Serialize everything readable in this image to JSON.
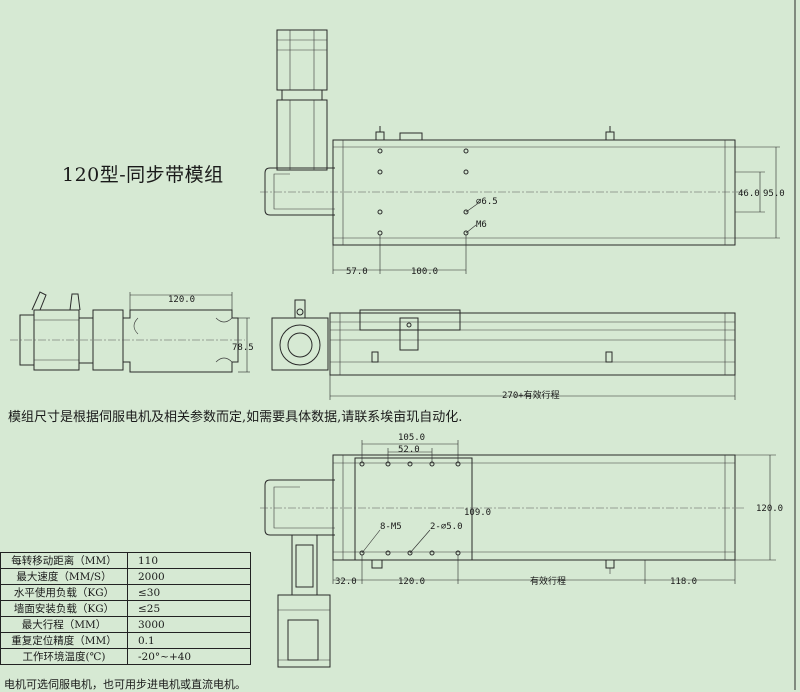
{
  "title": "120型-同步带模组",
  "note": "模组尺寸是根据伺服电机及相关参数而定,如需要具体数据,请联系埃亩玑自动化.",
  "footnote": "电机可选伺服电机，也可用步进电机或直流电机。",
  "dimensions": {
    "top_view": {
      "d57": "57.0",
      "d100": "100.0",
      "d46": "46.0",
      "d95": "95.0",
      "hole": "⌀6.5",
      "thread": "M6"
    },
    "side_view": {
      "d120": "120.0",
      "d78": "78.5"
    },
    "front_view": {
      "stroke": "270+有效行程"
    },
    "bottom_view": {
      "d105": "105.0",
      "d52": "52.0",
      "d109": "109.0",
      "d120r": "120.0",
      "m5": "8-M5",
      "phi5": "2-⌀5.0",
      "d32": "32.0",
      "d120b": "120.0",
      "eff": "有效行程",
      "d118": "118.0"
    }
  },
  "specs": [
    {
      "label": "每转移动距离（MM）",
      "value": "110"
    },
    {
      "label": "最大速度（MM/S）",
      "value": "2000"
    },
    {
      "label": "水平使用负载（KG）",
      "value": "≤30"
    },
    {
      "label": "墙面安装负载（KG）",
      "value": "≤25"
    },
    {
      "label": "最大行程（MM）",
      "value": "3000"
    },
    {
      "label": "重复定位精度（MM）",
      "value": "0.1"
    },
    {
      "label": "工作环境温度(℃)",
      "value": "-20°~+40"
    }
  ]
}
